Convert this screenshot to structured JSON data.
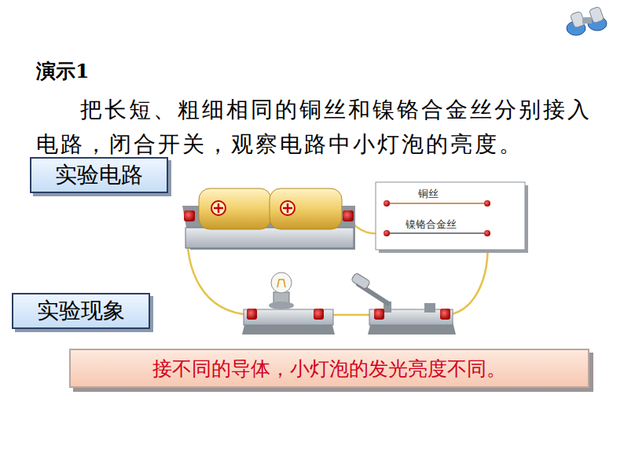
{
  "diagram": {
    "title": "演示1",
    "nodes": [
      {
        "text": [
          "实验电路"
        ]
      },
      {
        "text": [
          "实验现象"
        ]
      },
      {
        "text": [
          "接不同的导体，小灯泡的发光亮度不同。"
        ]
      }
    ],
    "labels": [
      "把长短、粗细相同的铜丝和镍铬合金丝分别接入电路，闭合开关，观察电路中小灯泡的亮度。",
      "铜丝",
      "镍铬合金丝"
    ]
  }
}
